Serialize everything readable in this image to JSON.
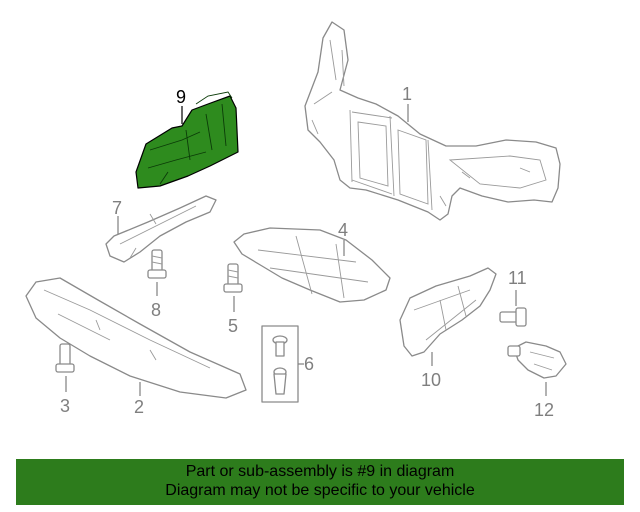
{
  "diagram": {
    "highlighted_part": "9",
    "callouts": [
      "1",
      "2",
      "3",
      "4",
      "5",
      "6",
      "7",
      "8",
      "9",
      "10",
      "11",
      "12"
    ]
  },
  "banner": {
    "line1": "Part or sub-assembly is #9 in diagram",
    "line2": "Diagram may not be specific to your vehicle",
    "color": "#2d7c1c"
  },
  "highlight_color": "#2e8b1e"
}
